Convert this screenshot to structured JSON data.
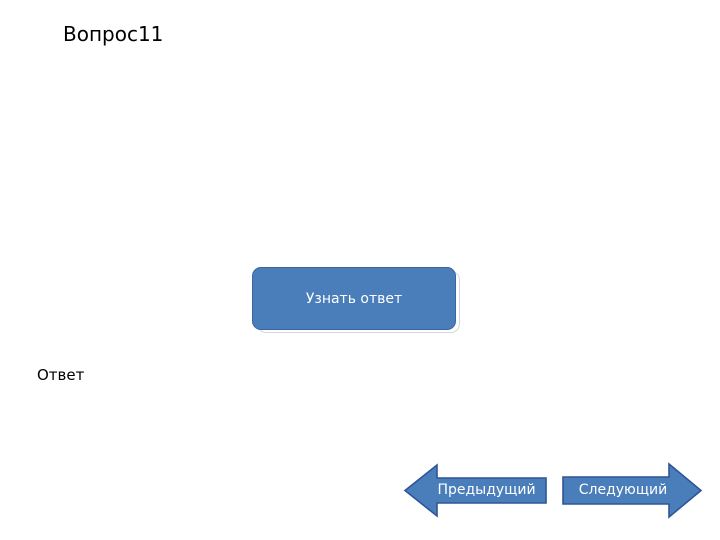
{
  "slide": {
    "title": "Вопрос11",
    "answer_label": "Ответ",
    "background_color": "#ffffff"
  },
  "reveal_button": {
    "label": "Узнать ответ",
    "fill_color": "#4a7ebb",
    "border_color": "#3c65a0",
    "text_color": "#ffffff"
  },
  "navigation": {
    "previous": {
      "label": "Предыдущий",
      "icon": "arrow-left-icon",
      "fill_color": "#4a7ebb",
      "border_color": "#2f5597",
      "text_color": "#ffffff"
    },
    "next": {
      "label": "Следующий",
      "icon": "arrow-right-icon",
      "fill_color": "#4a7ebb",
      "border_color": "#2f5597",
      "text_color": "#ffffff"
    }
  }
}
